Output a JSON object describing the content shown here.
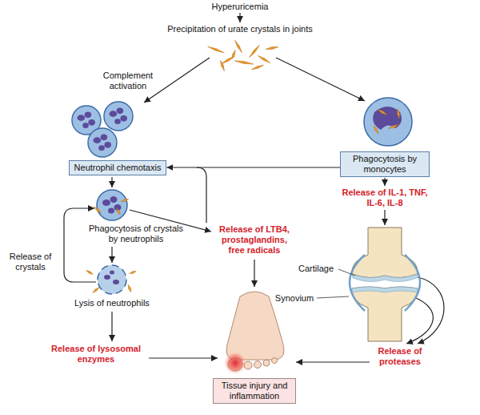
{
  "diagram": {
    "nodes": [
      {
        "text": [
          "Neutrophil chemotaxis"
        ]
      },
      {
        "text": [
          "Phagocytosis by monocytes"
        ]
      },
      {
        "text": [
          "Tissue injury and inflammation"
        ]
      }
    ],
    "edges": [
      {
        "from": 1,
        "to": 0,
        "arrow": "to"
      }
    ],
    "labels": [
      "Hyperuricemia",
      "Precipitation of urate crystals in joints",
      "Complement activation",
      "Phagocytosis of crystals by neutrophils",
      "Release of crystals",
      "Lysis of neutrophils",
      "Release of LTB4, prostaglandins, free radicals",
      "Release of IL-1, TNF, IL-6, IL-8",
      "Cartilage",
      "Synovium",
      "Release of lysosomal enzymes",
      "Release of proteases"
    ]
  }
}
